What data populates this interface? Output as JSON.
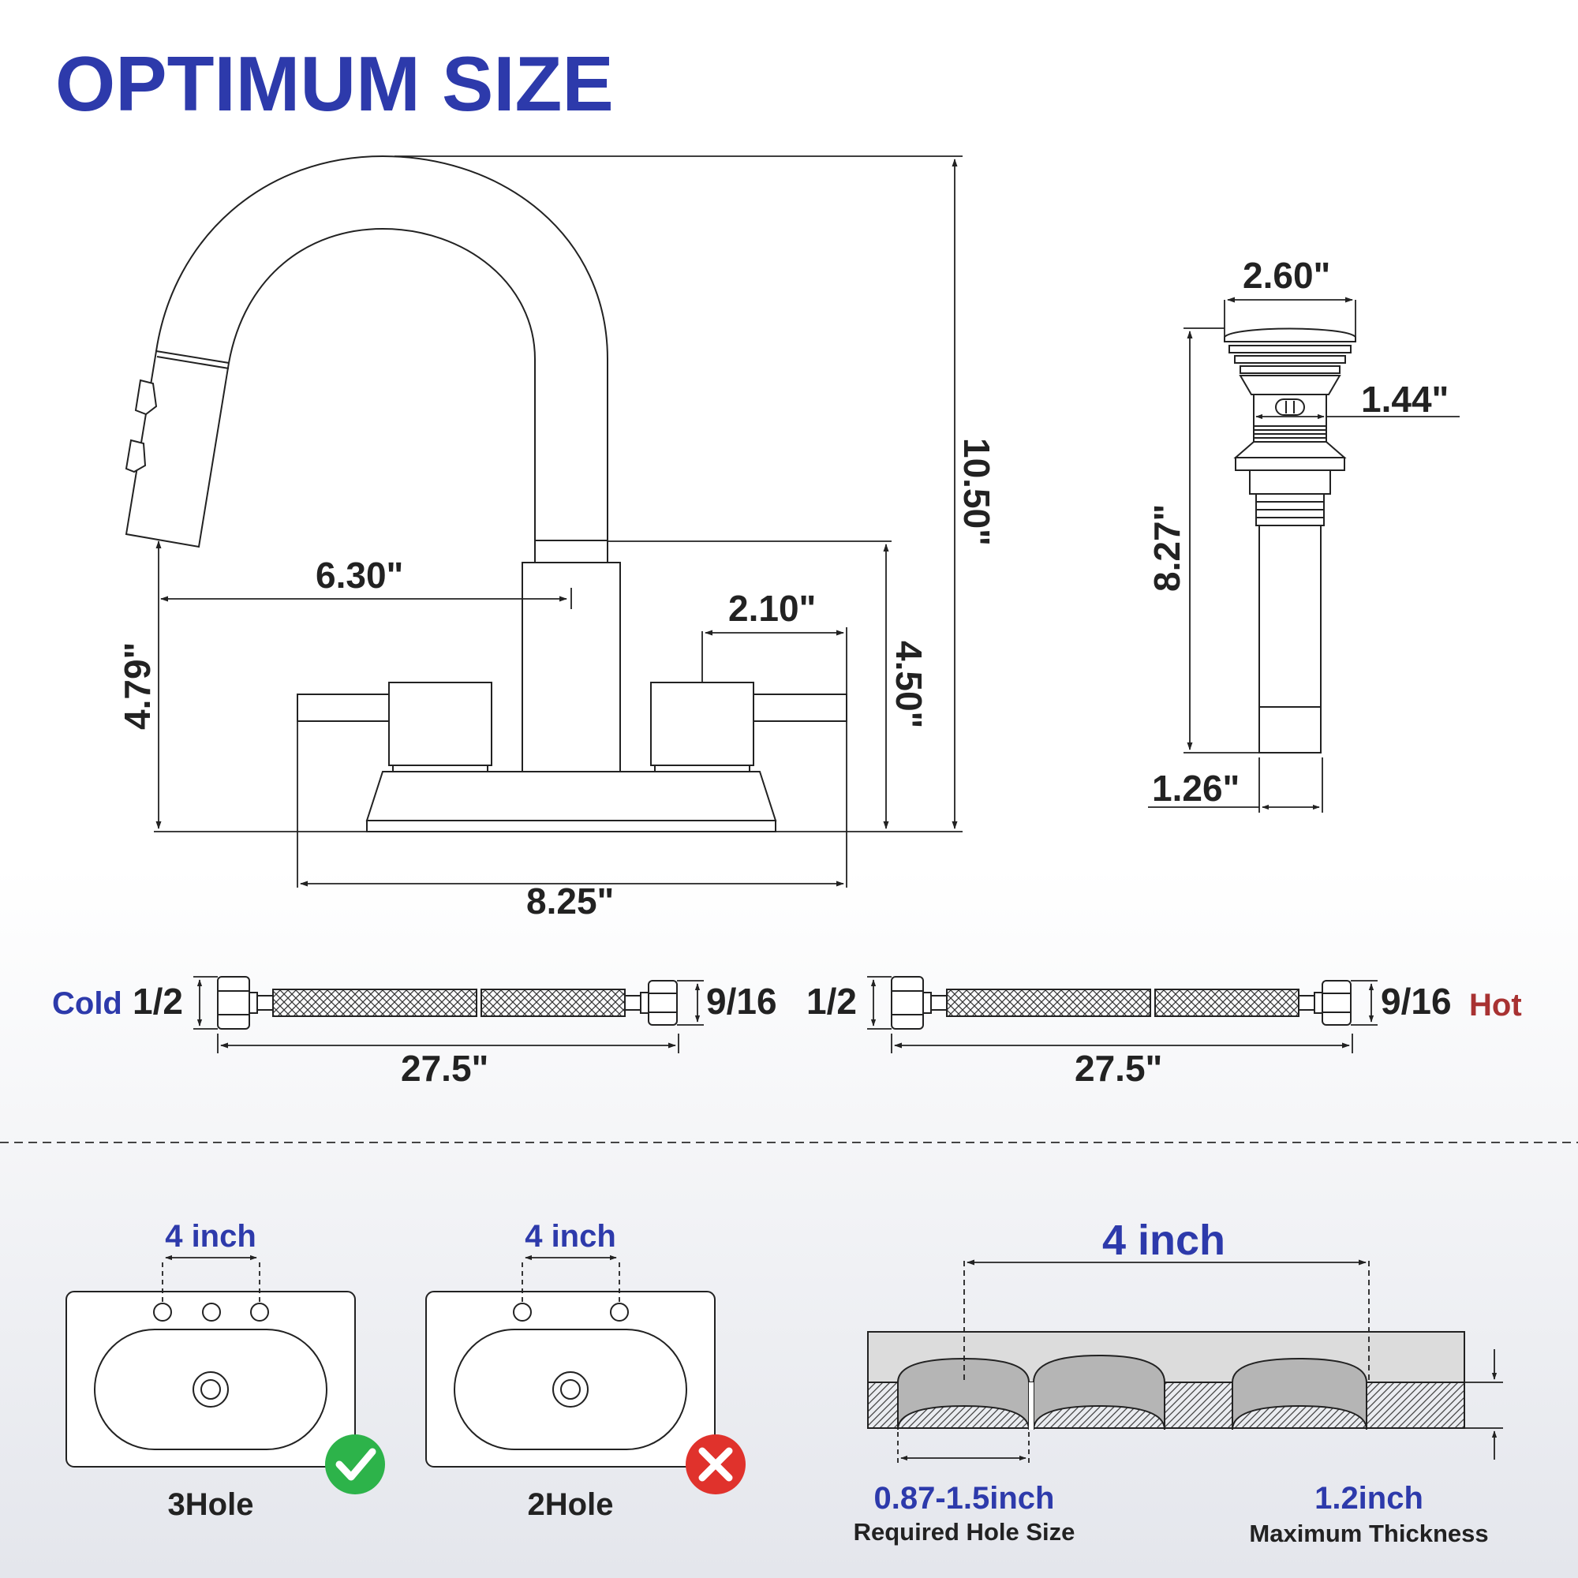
{
  "title": "OPTIMUM SIZE",
  "colors": {
    "title_blue": "#2d3aab",
    "label_blue": "#2d3aab",
    "hot_red": "#a83232",
    "ink": "#222222",
    "check_green": "#2db34a",
    "cross_red": "#e0322c",
    "gray_fill": "#dcdcdc",
    "dark_gray": "#b5b5b5"
  },
  "faucet": {
    "height": "10.50\"",
    "spout_height": "4.79\"",
    "spout_reach": "6.30\"",
    "handle_spread": "2.10\"",
    "base_height": "4.50\"",
    "base_width": "8.25\""
  },
  "drain": {
    "top_diameter": "2.60\"",
    "body_diameter": "1.44\"",
    "length": "8.27\"",
    "tail_diameter": "1.26\""
  },
  "hoses": [
    {
      "side_label": "Cold",
      "inlet": "1/2",
      "outlet": "9/16",
      "length": "27.5\""
    },
    {
      "side_label": "Hot",
      "inlet": "1/2",
      "outlet": "9/16",
      "length": "27.5\""
    }
  ],
  "sinks": [
    {
      "spacing": "4 inch",
      "label": "3Hole",
      "status": "compatible",
      "status_icon": "check-icon"
    },
    {
      "spacing": "4 inch",
      "label": "2Hole",
      "status": "incompatible",
      "status_icon": "cross-icon"
    }
  ],
  "countertop": {
    "spacing": "4 inch",
    "hole_size_value": "0.87-1.5inch",
    "hole_size_caption": "Required Hole Size",
    "thickness_value": "1.2inch",
    "thickness_caption": "Maximum Thickness"
  }
}
